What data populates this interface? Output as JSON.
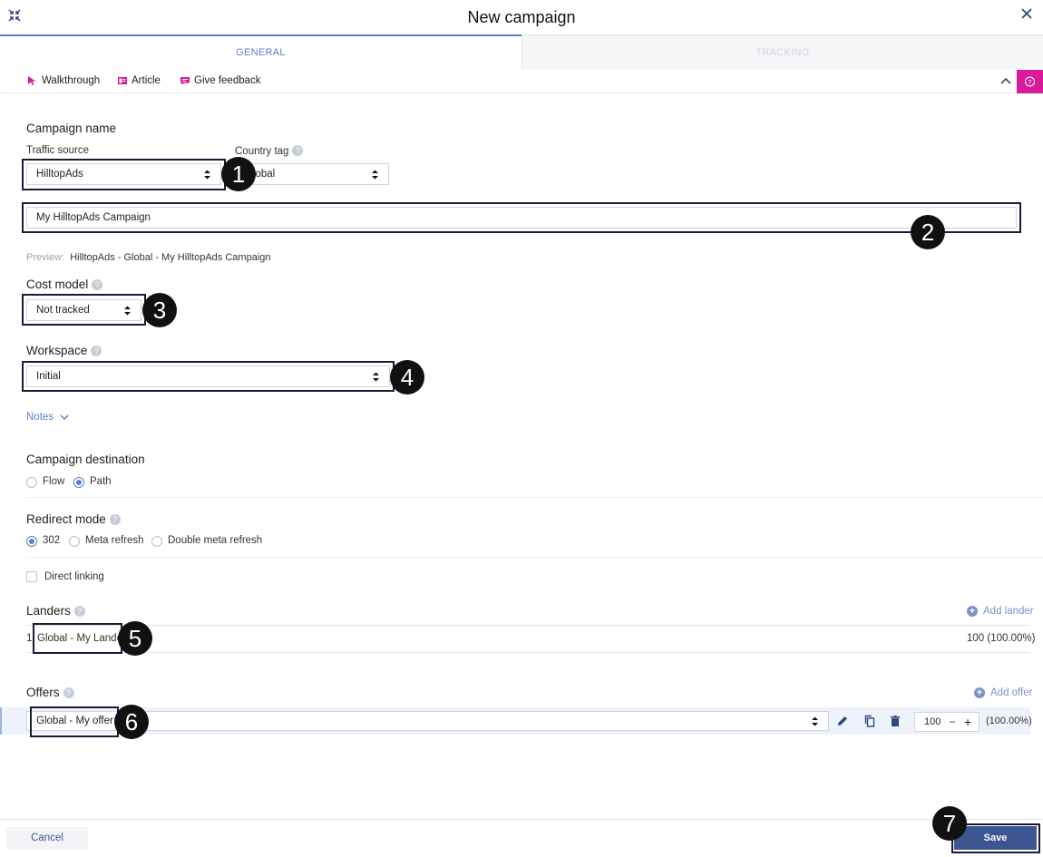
{
  "window": {
    "title": "New campaign"
  },
  "tabs": [
    {
      "label": "GENERAL",
      "active": true
    },
    {
      "label": "TRACKING",
      "active": false
    }
  ],
  "helpbar": {
    "walkthrough": "Walkthrough",
    "article": "Article",
    "feedback": "Give feedback",
    "help_icon": "question-icon"
  },
  "campaign_name": {
    "heading": "Campaign name",
    "traffic_source_label": "Traffic source",
    "traffic_source_value": "HilltopAds",
    "country_tag_label": "Country tag",
    "country_tag_value": "Global",
    "name_value": "My HilltopAds Campaign",
    "preview_label": "Preview:",
    "preview_value": "HilltopAds - Global - My HilltopAds Campaign"
  },
  "cost_model": {
    "heading": "Cost model",
    "value": "Not tracked"
  },
  "workspace": {
    "heading": "Workspace",
    "value": "Initial"
  },
  "notes": {
    "label": "Notes"
  },
  "destination": {
    "heading": "Campaign destination",
    "options": [
      "Flow",
      "Path"
    ],
    "selected": "Path"
  },
  "redirect": {
    "heading": "Redirect mode",
    "options": [
      "302",
      "Meta refresh",
      "Double meta refresh"
    ],
    "selected": "302"
  },
  "direct_linking": {
    "label": "Direct linking",
    "checked": false
  },
  "landers": {
    "heading": "Landers",
    "add_label": "Add lander",
    "rows": [
      {
        "index": "1",
        "name": "Global - My Lander",
        "weight": "100 (100.00%)"
      }
    ]
  },
  "offers": {
    "heading": "Offers",
    "add_label": "Add offer",
    "rows": [
      {
        "name": "Global - My offer",
        "weight": "100",
        "percent": "(100.00%)"
      }
    ]
  },
  "annotations": [
    "1",
    "2",
    "3",
    "4",
    "5",
    "6",
    "7"
  ],
  "footer": {
    "cancel_label": "Cancel",
    "save_label": "Save"
  },
  "colors": {
    "accent": "#5b7fc7",
    "save_button": "#3d5591",
    "help_badge": "#d81b9a"
  }
}
